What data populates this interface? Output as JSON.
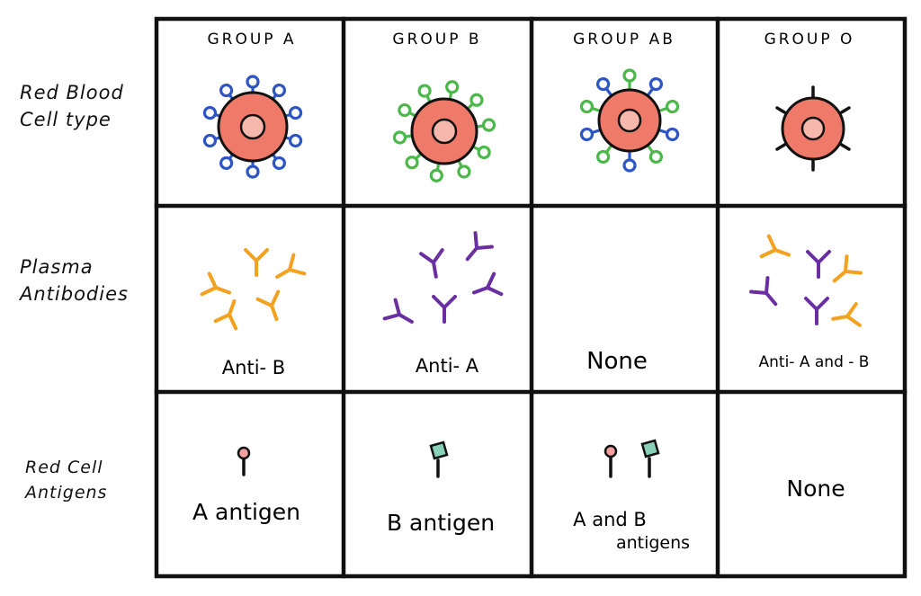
{
  "columns": [
    "GROUP A",
    "GROUP B",
    "GROUP AB",
    "GROUP O"
  ],
  "rows": [
    {
      "label_line1": "Red Blood",
      "label_line2": "Cell type"
    },
    {
      "label_line1": "Plasma",
      "label_line2": "Antibodies"
    },
    {
      "label_line1": "Red Cell",
      "label_line2": "Antigens"
    }
  ],
  "antibodies": [
    "Anti- B",
    "Anti- A",
    "None",
    "Anti- A and - B"
  ],
  "antigens": [
    {
      "line1": "A antigen",
      "line2": ""
    },
    {
      "line1": "B antigen",
      "line2": ""
    },
    {
      "line1": "A and B",
      "line2": "antigens"
    },
    {
      "line1": "None",
      "line2": ""
    }
  ],
  "colors": {
    "cell": "#ef7a6a",
    "nucleus": "#f6b8ad",
    "antigen_a": "#2d55c4",
    "antigen_b": "#4bb84a",
    "anti_b_antibody": "#f3a21f",
    "anti_a_antibody": "#6a2fa0",
    "a_tip": "#f4a0a0",
    "b_tip": "#88d0b8"
  }
}
